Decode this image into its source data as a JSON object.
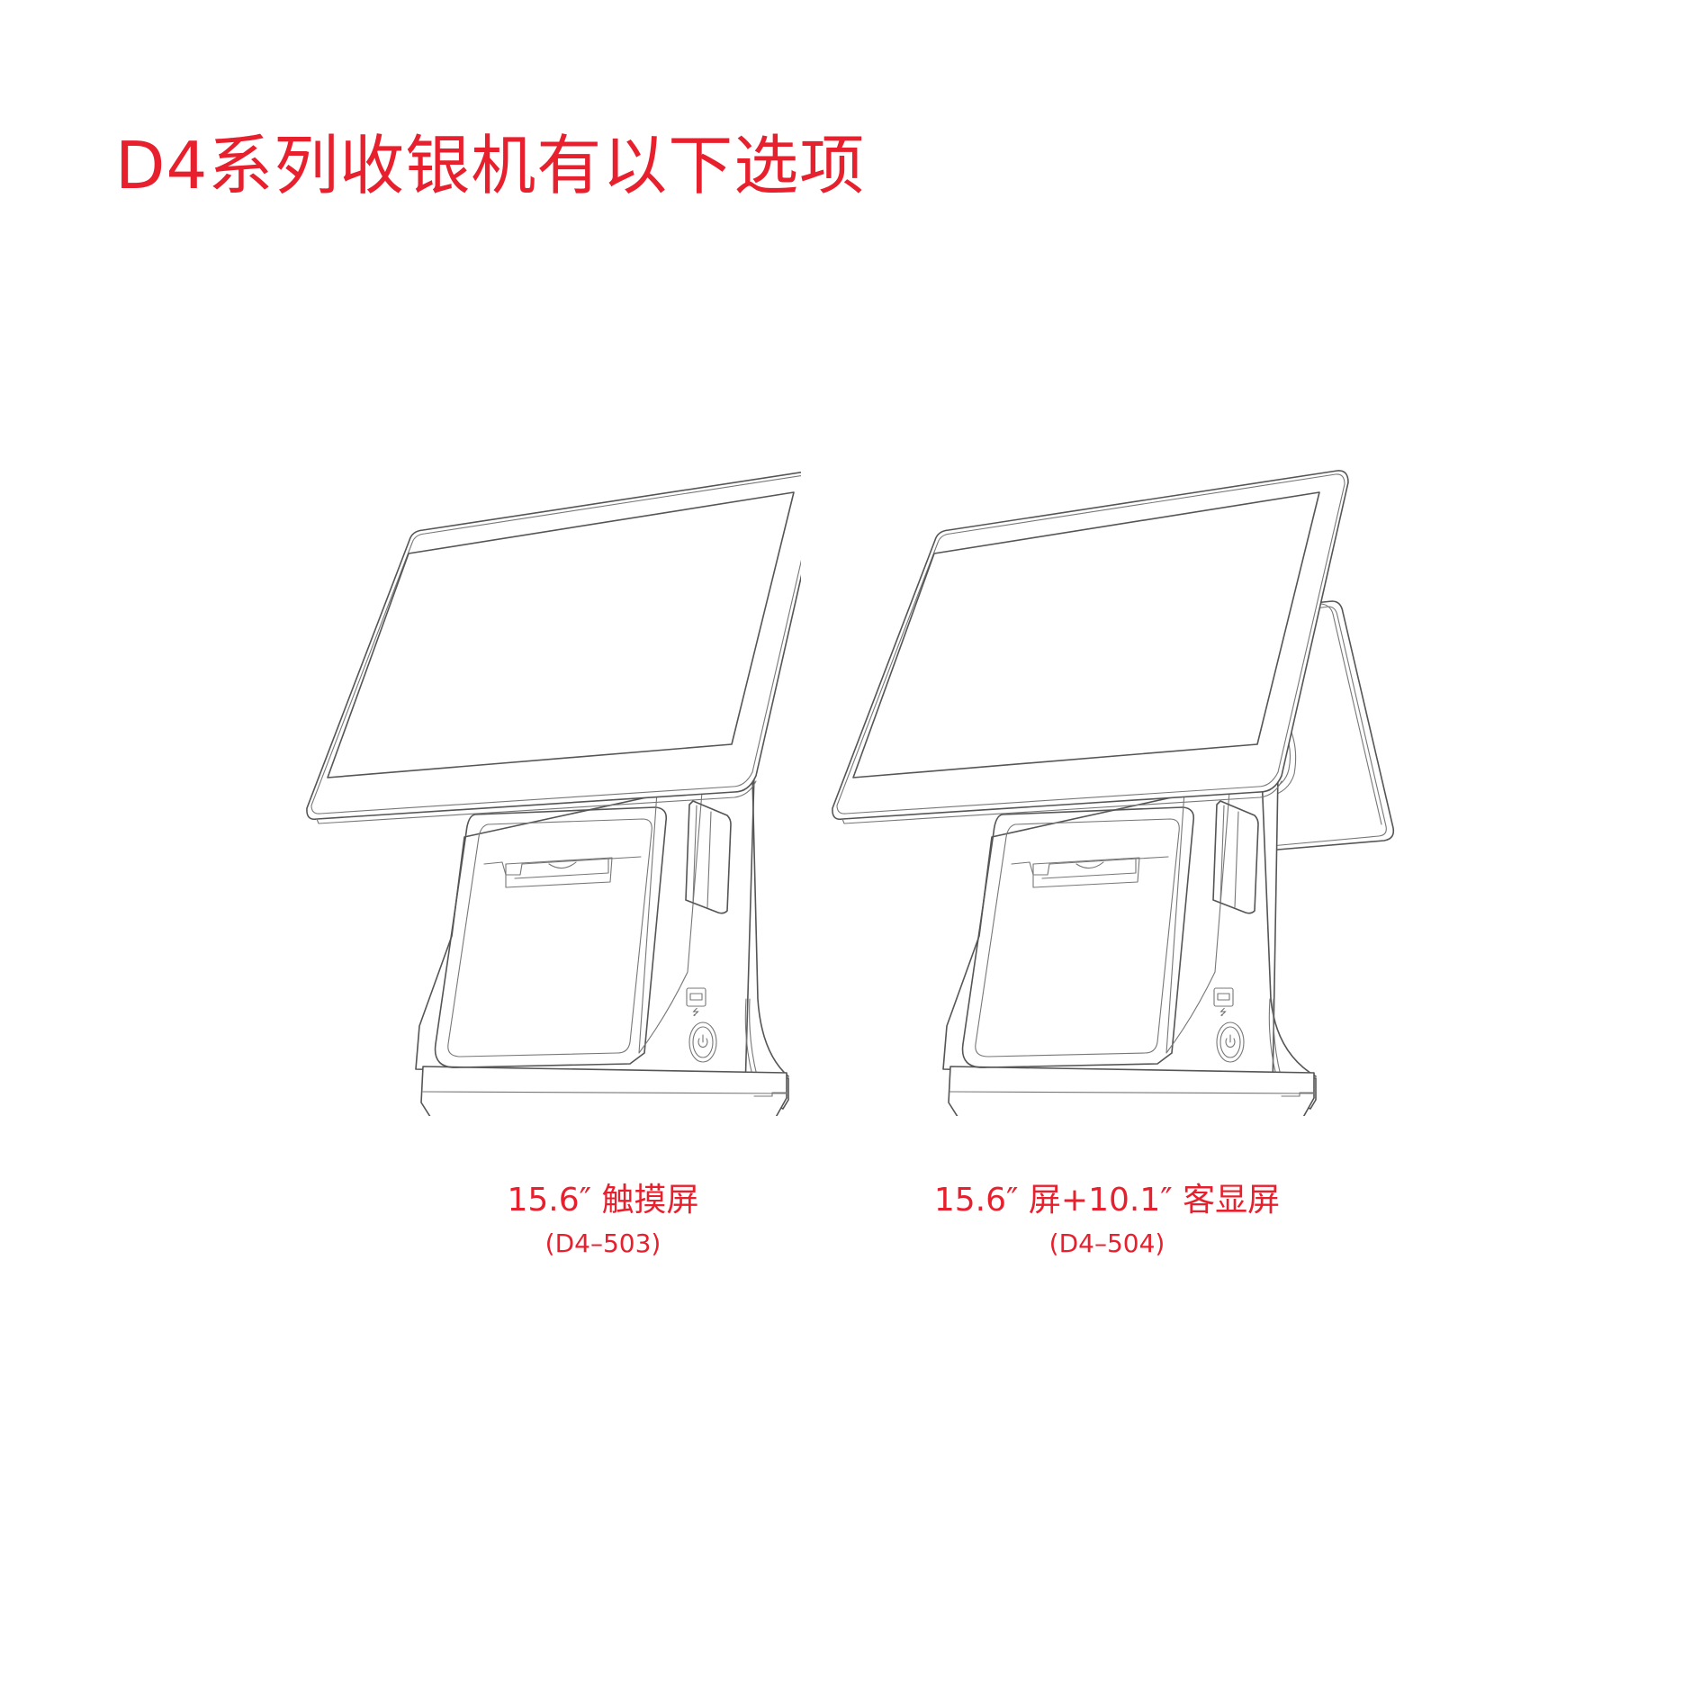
{
  "page": {
    "title": "D4系列收银机有以下选项",
    "accent_color": "#e8202e"
  },
  "options": [
    {
      "caption": "15.6″ 触摸屏",
      "model": "(D4–503)",
      "illustration": "pos-terminal-single-screen"
    },
    {
      "caption": "15.6″ 屏+10.1″ 客显屏",
      "model": "(D4–504)",
      "illustration": "pos-terminal-dual-screen"
    }
  ],
  "icons": {
    "usb": "usb-icon",
    "power": "power-icon"
  }
}
